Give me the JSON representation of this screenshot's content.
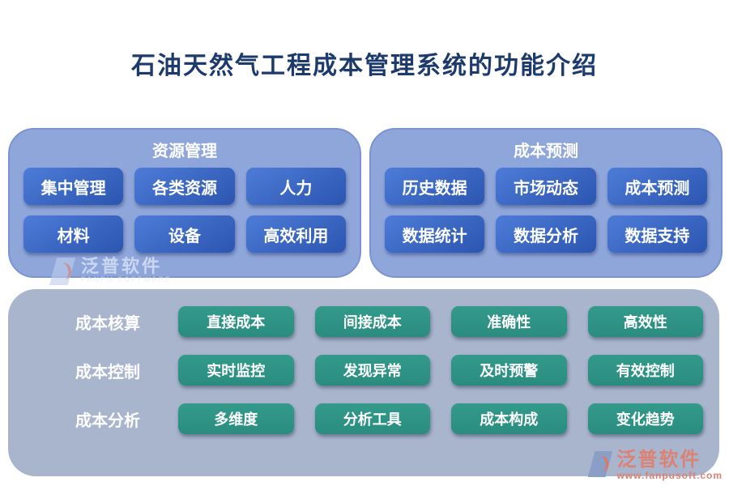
{
  "title": "石油天然气工程成本管理系统的功能介绍",
  "colors": {
    "title_text": "#1d3a6d",
    "top_panel_bg": "#8fa6db",
    "top_panel_border": "#7b93d1",
    "blue_button": "#3a6ac8",
    "bottom_panel_bg": "#a9b4cd",
    "green_button": "#2e9385",
    "watermark_salmon": "#dd8273"
  },
  "panels": [
    {
      "title": "资源管理",
      "items": [
        "集中管理",
        "各类资源",
        "人力",
        "材料",
        "设备",
        "高效利用"
      ]
    },
    {
      "title": "成本预测",
      "items": [
        "历史数据",
        "市场动态",
        "成本预测",
        "数据统计",
        "数据分析",
        "数据支持"
      ]
    }
  ],
  "rows": [
    {
      "label": "成本核算",
      "items": [
        "直接成本",
        "间接成本",
        "准确性",
        "高效性"
      ]
    },
    {
      "label": "成本控制",
      "items": [
        "实时监控",
        "发现异常",
        "及时预警",
        "有效控制"
      ]
    },
    {
      "label": "成本分析",
      "items": [
        "多维度",
        "分析工具",
        "成本构成",
        "变化趋势"
      ]
    }
  ],
  "watermark_panel": {
    "name": "泛普软件",
    "sub": "FANPU SOFTWARE"
  },
  "watermark_corner": {
    "name": "泛普软件",
    "url": "www.fanpusoft.com"
  }
}
